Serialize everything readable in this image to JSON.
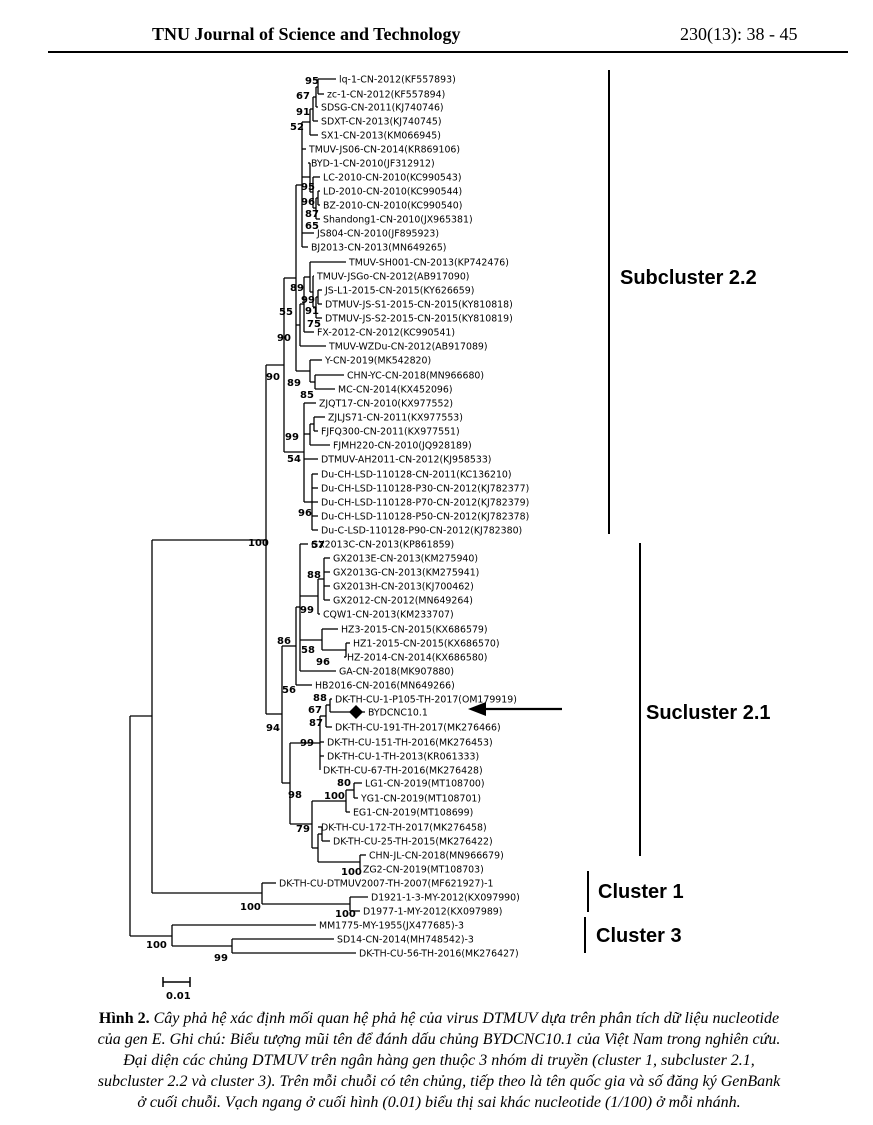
{
  "header": {
    "journal": "TNU Journal of Science and Technology",
    "issue": "230(13): 38 - 45"
  },
  "figure": {
    "groups": [
      "Subcluster 2.2",
      "Sucluster 2.1",
      "Cluster 1",
      "Cluster 3"
    ],
    "scale_label": "0.01",
    "leaves": [
      "lq-1-CN-2012(KF557893)",
      "zc-1-CN-2012(KF557894)",
      "SDSG-CN-2011(KJ740746)",
      "SDXT-CN-2013(KJ740745)",
      "SX1-CN-2013(KM066945)",
      "TMUV-JS06-CN-2014(KR869106)",
      "BYD-1-CN-2010(JF312912)",
      "LC-2010-CN-2010(KC990543)",
      "LD-2010-CN-2010(KC990544)",
      "BZ-2010-CN-2010(KC990540)",
      "Shandong1-CN-2010(JX965381)",
      "JS804-CN-2010(JF895923)",
      "BJ2013-CN-2013(MN649265)",
      "TMUV-SH001-CN-2013(KP742476)",
      "TMUV-JSGo-CN-2012(AB917090)",
      "JS-L1-2015-CN-2015(KY626659)",
      "DTMUV-JS-S1-2015-CN-2015(KY810818)",
      "DTMUV-JS-S2-2015-CN-2015(KY810819)",
      "FX-2012-CN-2012(KC990541)",
      "TMUV-WZDu-CN-2012(AB917089)",
      "Y-CN-2019(MK542820)",
      "CHN-YC-CN-2018(MN966680)",
      "MC-CN-2014(KX452096)",
      "ZJQT17-CN-2010(KX977552)",
      "ZJLJS71-CN-2011(KX977553)",
      "FJFQ300-CN-2011(KX977551)",
      "FJMH220-CN-2010(JQ928189)",
      "DTMUV-AH2011-CN-2012(KJ958533)",
      "Du-CH-LSD-110128-CN-2011(KC136210)",
      "Du-CH-LSD-110128-P30-CN-2012(KJ782377)",
      "Du-CH-LSD-110128-P70-CN-2012(KJ782379)",
      "Du-CH-LSD-110128-P50-CN-2012(KJ782378)",
      "Du-C-LSD-110128-P90-CN-2012(KJ782380)",
      "GX2013C-CN-2013(KP861859)",
      "GX2013E-CN-2013(KM275940)",
      "GX2013G-CN-2013(KM275941)",
      "GX2013H-CN-2013(KJ700462)",
      "GX2012-CN-2012(MN649264)",
      "CQW1-CN-2013(KM233707)",
      "HZ3-2015-CN-2015(KX686579)",
      "HZ1-2015-CN-2015(KX686570)",
      "HZ-2014-CN-2014(KX686580)",
      "GA-CN-2018(MK907880)",
      "HB2016-CN-2016(MN649266)",
      "DK-TH-CU-1-P105-TH-2017(OM179919)",
      "BYDCNC10.1",
      "DK-TH-CU-191-TH-2017(MK276466)",
      "DK-TH-CU-151-TH-2016(MK276453)",
      "DK-TH-CU-1-TH-2013(KR061333)",
      "DK-TH-CU-67-TH-2016(MK276428)",
      "LG1-CN-2019(MT108700)",
      "YG1-CN-2019(MT108701)",
      "EG1-CN-2019(MT108699)",
      "DK-TH-CU-172-TH-2017(MK276458)",
      "DK-TH-CU-25-TH-2015(MK276422)",
      "CHN-JL-CN-2018(MN966679)",
      "ZG2-CN-2019(MT108703)",
      "DK-TH-CU-DTMUV2007-TH-2007(MF621927)-1",
      "D1921-1-3-MY-2012(KX097990)",
      "D1977-1-MY-2012(KX097989)",
      "MM1775-MY-1955(JX477685)-3",
      "SD14-CN-2014(MH748542)-3",
      "DK-TH-CU-56-TH-2016(MK276427)"
    ],
    "bootstraps": [
      "95",
      "67",
      "91",
      "52",
      "95",
      "96",
      "87",
      "65",
      "89",
      "99",
      "91",
      "75",
      "55",
      "90",
      "90",
      "89",
      "85",
      "99",
      "54",
      "96",
      "100",
      "57",
      "88",
      "99",
      "58",
      "96",
      "86",
      "56",
      "88",
      "67",
      "87",
      "99",
      "94",
      "80",
      "100",
      "98",
      "79",
      "100",
      "100",
      "100",
      "100",
      "99"
    ]
  },
  "caption": {
    "label": "Hình 2.",
    "lines": [
      "Cây phả hệ xác định mối quan hệ phả hệ của virus DTMUV dựa trên phân tích dữ liệu nucleotide",
      "của gen E. Ghi chú: Biểu tượng mũi tên để đánh dấu chủng BYDCNC10.1 của Việt Nam trong nghiên cứu.",
      "Đại diện các chủng DTMUV trên ngân hàng gen thuộc 3 nhóm di truyền (cluster 1, subcluster 2.1,",
      "subcluster 2.2 và cluster 3). Trên mỗi chuỗi có tên chủng, tiếp theo là tên quốc gia và số đăng ký GenBank",
      "ở cuối chuỗi. Vạch ngang ở cuối hình (0.01) biểu thị sai khác nucleotide (1/100) ở mỗi nhánh."
    ]
  }
}
